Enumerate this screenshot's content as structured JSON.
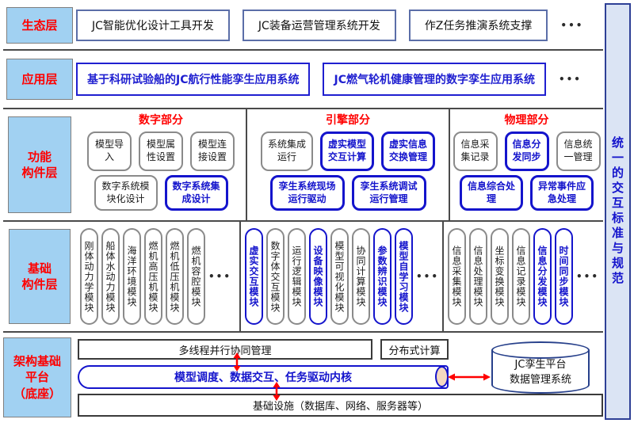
{
  "ui": {
    "ellipsis": "•••"
  },
  "colors": {
    "accent_blue": "#1414cc",
    "label_red": "#ff0000",
    "label_bg": "#a1d1f2",
    "bar_bg": "#dbe4f4",
    "arrow_red": "#ff0000"
  },
  "right_bar": {
    "label": "统一的交互标准与规范"
  },
  "ecosystem": {
    "label": "生态层",
    "items": [
      "JC智能优化设计工具开发",
      "JC装备运营管理系统开发",
      "作Z任务推演系统支撑"
    ]
  },
  "application": {
    "label": "应用层",
    "items": [
      "基于科研试验船的JC航行性能孪生应用系统",
      "JC燃气轮机健康管理的数字孪生应用系统"
    ]
  },
  "functional": {
    "label": "功能\n构件层",
    "digital": {
      "title": "数字部分",
      "row1": [
        {
          "text": "模型导入",
          "variant": "gray"
        },
        {
          "text": "模型属性设置",
          "variant": "gray"
        },
        {
          "text": "模型连接设置",
          "variant": "gray"
        }
      ],
      "row2": [
        {
          "text": "数字系统模块化设计",
          "variant": "gray"
        },
        {
          "text": "数字系统集成设计",
          "variant": "blue"
        }
      ]
    },
    "engine": {
      "title": "引擎部分",
      "row1": [
        {
          "text": "系统集成运行",
          "variant": "gray"
        },
        {
          "text": "虚实模型交互计算",
          "variant": "blue"
        },
        {
          "text": "虚实信息交换管理",
          "variant": "blue"
        }
      ],
      "row2": [
        {
          "text": "孪生系统现场运行驱动",
          "variant": "blue"
        },
        {
          "text": "孪生系统调试运行管理",
          "variant": "blue"
        }
      ]
    },
    "physical": {
      "title": "物理部分",
      "row1": [
        {
          "text": "信息采集记录",
          "variant": "gray"
        },
        {
          "text": "信息分发同步",
          "variant": "blue"
        },
        {
          "text": "信息统一管理",
          "variant": "gray"
        }
      ],
      "row2": [
        {
          "text": "信息综合处理",
          "variant": "blue"
        },
        {
          "text": "异常事件应急处理",
          "variant": "blue"
        }
      ]
    }
  },
  "basic": {
    "label": "基础\n构件层",
    "digital": [
      {
        "text": "刚体动力学模块",
        "variant": "gray"
      },
      {
        "text": "船体水动力模块",
        "variant": "gray"
      },
      {
        "text": "海洋环境模块",
        "variant": "gray"
      },
      {
        "text": "燃机高压机模块",
        "variant": "gray"
      },
      {
        "text": "燃机低压机模块",
        "variant": "gray"
      },
      {
        "text": "燃机容腔模块",
        "variant": "gray"
      }
    ],
    "engine": [
      {
        "text": "虚实交互模块",
        "variant": "blue"
      },
      {
        "text": "数字体交互模块",
        "variant": "gray"
      },
      {
        "text": "运行逻辑模块",
        "variant": "gray"
      },
      {
        "text": "设备映像模块",
        "variant": "blue"
      },
      {
        "text": "模型可视化模块",
        "variant": "gray"
      },
      {
        "text": "协同计算模块",
        "variant": "gray"
      },
      {
        "text": "参数辨识模块",
        "variant": "blue"
      },
      {
        "text": "模型自学习模块",
        "variant": "blue"
      }
    ],
    "physical": [
      {
        "text": "信息采集模块",
        "variant": "gray"
      },
      {
        "text": "信息处理模块",
        "variant": "gray"
      },
      {
        "text": "坐标变换模块",
        "variant": "gray"
      },
      {
        "text": "信息记录模块",
        "variant": "gray"
      },
      {
        "text": "信息分发模块",
        "variant": "blue"
      },
      {
        "text": "时间同步模块",
        "variant": "blue"
      }
    ]
  },
  "platform": {
    "label": "架构基础\n平台\n（底座）",
    "thread_mgmt": "多线程并行协同管理",
    "distributed": "分布式计算",
    "kernel": "模型调度、数据交互、任务驱动内核",
    "infrastructure": "基础设施（数据库、网络、服务器等）",
    "database": "JC孪生平台\n数据管理系统"
  }
}
